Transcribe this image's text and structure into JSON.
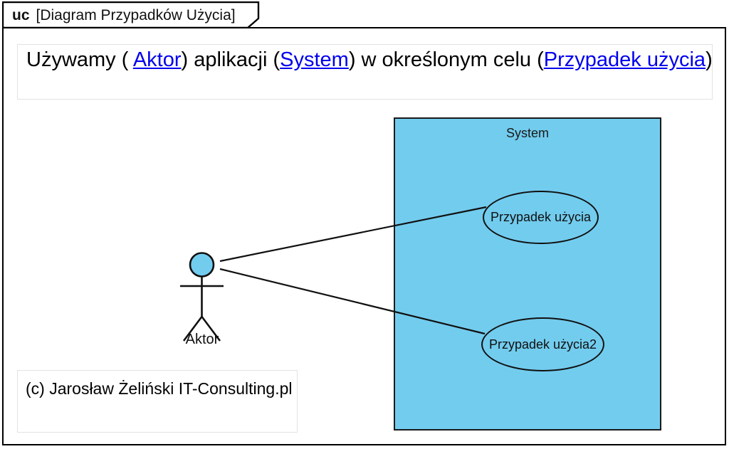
{
  "diagram": {
    "title_kind": "uc",
    "title_name": "[Diagram Przypadków Użycia]",
    "banner": {
      "seg1": "Używamy ( ",
      "link1": "Aktor",
      "seg2": ") aplikacji (",
      "link2": "System",
      "seg3": ") w określonym celu (",
      "link3": "Przypadek użycia",
      "seg4": ")"
    },
    "system": {
      "label": "System",
      "fill_color": "#72CCEE",
      "border_color": "#1a1a1a"
    },
    "actor": {
      "label": "Aktor",
      "head_fill": "#72CCEE"
    },
    "use_cases": [
      {
        "label": "Przypadek użycia"
      },
      {
        "label": "Przypadek użycia2"
      }
    ],
    "associations": [
      {
        "from": "Aktor",
        "to": "Przypadek użycia"
      },
      {
        "from": "Aktor",
        "to": "Przypadek użycia2"
      }
    ],
    "credit": "(c) Jarosław Żeliński IT-Consulting.pl",
    "link_color": "#0000EE"
  }
}
